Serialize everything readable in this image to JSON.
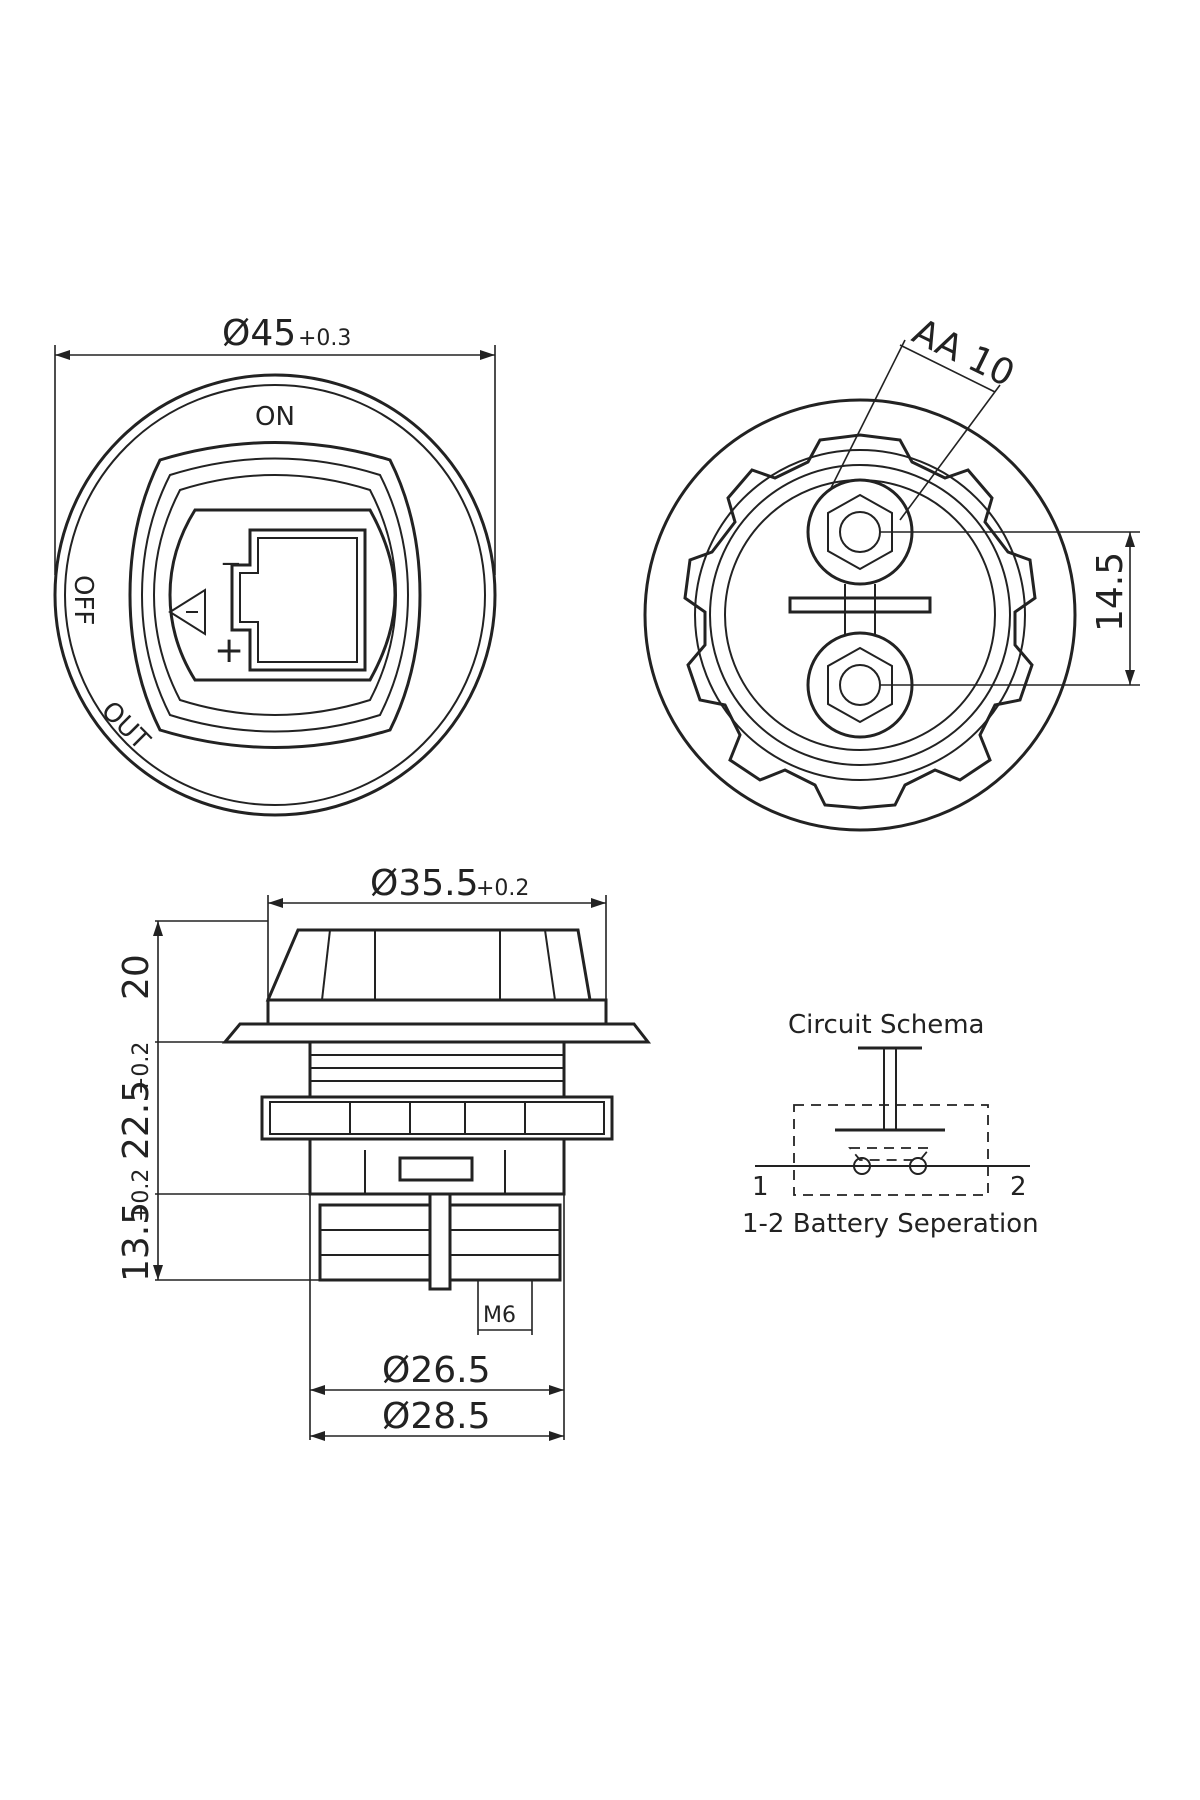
{
  "top_left_view": {
    "diameter_main": "Ø45",
    "diameter_tol": "+0.3",
    "position_on": "ON",
    "position_off": "OFF",
    "position_out": "OUT",
    "minus_sign": "−",
    "plus_sign": "+"
  },
  "top_right_view": {
    "terminal_label": "AA 10",
    "spacing_label": "14.5"
  },
  "side_view": {
    "top_diameter_main": "Ø35.5",
    "top_diameter_tol": "+0.2",
    "height_top": "20",
    "height_mid_main": "22.5",
    "height_mid_tol": "+0.2",
    "height_bot_main": "13.5",
    "height_bot_tol": "+0.2",
    "thread_label": "M6",
    "inner_diameter": "Ø26.5",
    "outer_diameter": "Ø28.5"
  },
  "circuit": {
    "title": "Circuit Schema",
    "terminal_1": "1",
    "terminal_2": "2",
    "caption": "1-2 Battery Seperation"
  }
}
